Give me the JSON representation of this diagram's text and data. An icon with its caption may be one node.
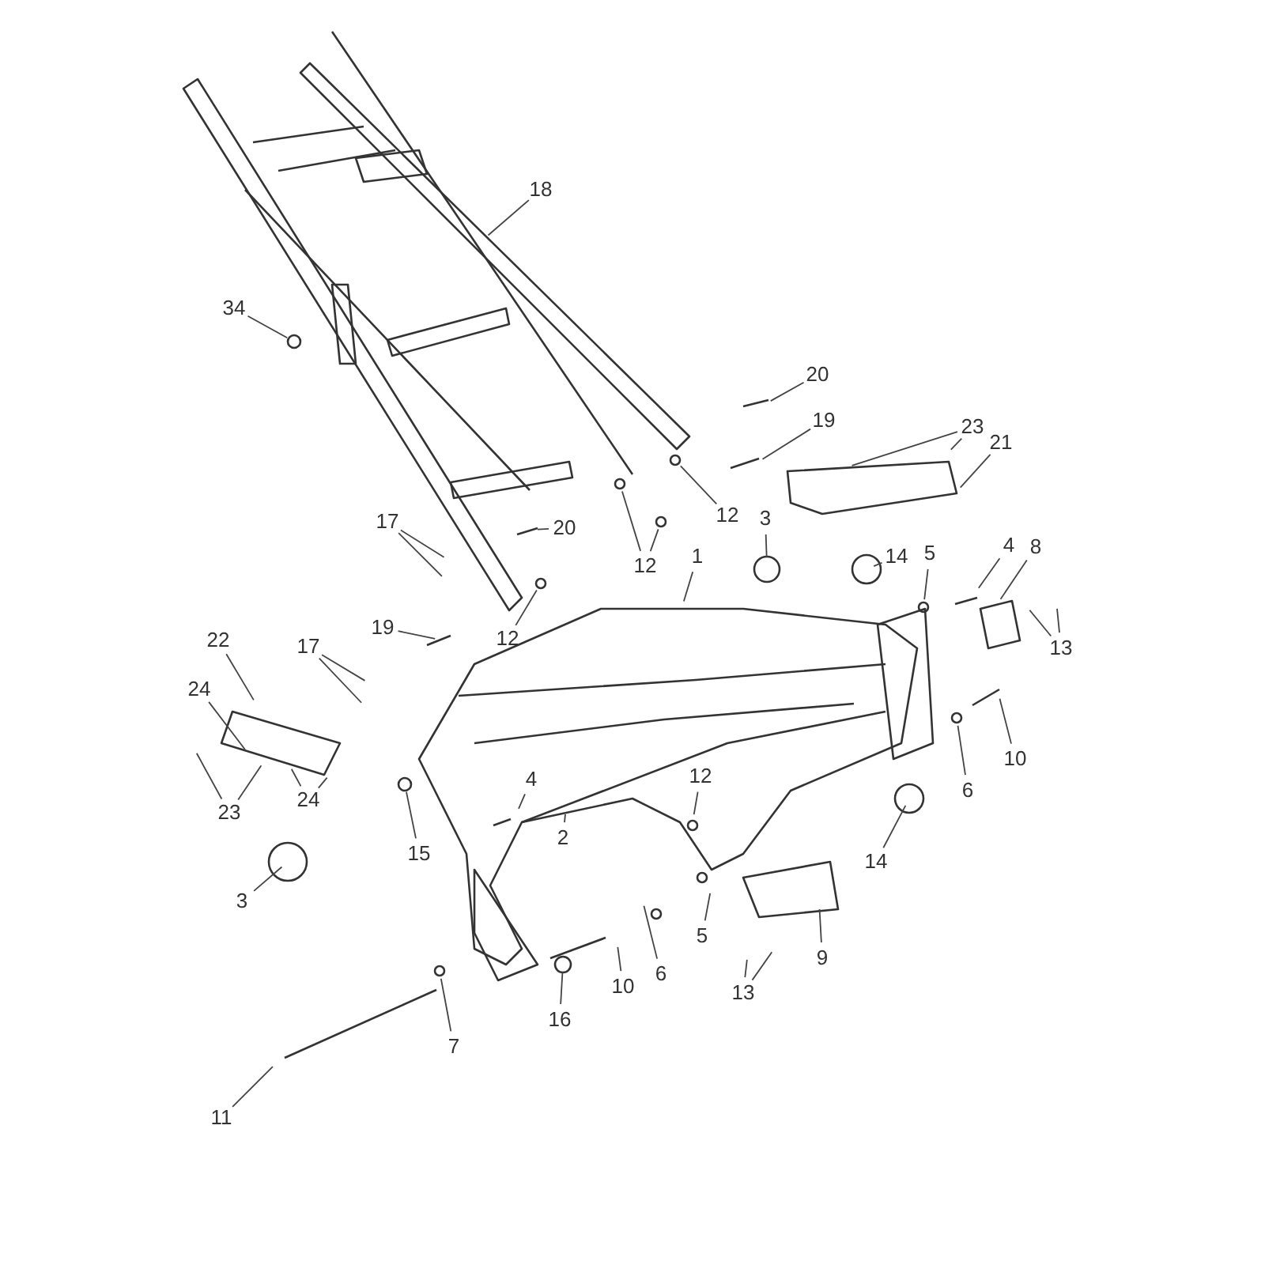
{
  "diagram": {
    "nodes": [
      {
        "text": [
          "18"
        ]
      },
      {
        "text": [
          "34"
        ]
      },
      {
        "text": [
          "20"
        ]
      },
      {
        "text": [
          "19"
        ]
      },
      {
        "text": [
          "23"
        ]
      },
      {
        "text": [
          "21"
        ]
      },
      {
        "text": [
          "17"
        ]
      },
      {
        "text": [
          "20"
        ]
      },
      {
        "text": [
          "12"
        ]
      },
      {
        "text": [
          "12"
        ]
      },
      {
        "text": [
          "3"
        ]
      },
      {
        "text": [
          "1"
        ]
      },
      {
        "text": [
          "14"
        ]
      },
      {
        "text": [
          "5"
        ]
      },
      {
        "text": [
          "4"
        ]
      },
      {
        "text": [
          "8"
        ]
      },
      {
        "text": [
          "13"
        ]
      },
      {
        "text": [
          "19"
        ]
      },
      {
        "text": [
          "12"
        ]
      },
      {
        "text": [
          "22"
        ]
      },
      {
        "text": [
          "17"
        ]
      },
      {
        "text": [
          "24"
        ]
      },
      {
        "text": [
          "23"
        ]
      },
      {
        "text": [
          "24"
        ]
      },
      {
        "text": [
          "12"
        ]
      },
      {
        "text": [
          "4"
        ]
      },
      {
        "text": [
          "2"
        ]
      },
      {
        "text": [
          "15"
        ]
      },
      {
        "text": [
          "10"
        ]
      },
      {
        "text": [
          "6"
        ]
      },
      {
        "text": [
          "14"
        ]
      },
      {
        "text": [
          "3"
        ]
      },
      {
        "text": [
          "5"
        ]
      },
      {
        "text": [
          "6"
        ]
      },
      {
        "text": [
          "13"
        ]
      },
      {
        "text": [
          "9"
        ]
      },
      {
        "text": [
          "10"
        ]
      },
      {
        "text": [
          "16"
        ]
      },
      {
        "text": [
          "7"
        ]
      },
      {
        "text": [
          "11"
        ]
      }
    ],
    "edges": [
      {
        "from": 0,
        "to": null,
        "arrow": "none"
      },
      {
        "from": 1,
        "to": null,
        "arrow": "none"
      },
      {
        "from": 2,
        "to": null,
        "arrow": "none"
      },
      {
        "from": 3,
        "to": null,
        "arrow": "none"
      },
      {
        "from": 4,
        "to": null,
        "arrow": "none"
      },
      {
        "from": 4,
        "to": null,
        "arrow": "none"
      },
      {
        "from": 5,
        "to": null,
        "arrow": "none"
      },
      {
        "from": 6,
        "to": null,
        "arrow": "none"
      },
      {
        "from": 6,
        "to": null,
        "arrow": "none"
      },
      {
        "from": 7,
        "to": null,
        "arrow": "none"
      },
      {
        "from": 8,
        "to": null,
        "arrow": "none"
      },
      {
        "from": 9,
        "to": null,
        "arrow": "none"
      },
      {
        "from": 9,
        "to": null,
        "arrow": "none"
      },
      {
        "from": 10,
        "to": null,
        "arrow": "none"
      },
      {
        "from": 11,
        "to": null,
        "arrow": "none"
      },
      {
        "from": 12,
        "to": null,
        "arrow": "none"
      },
      {
        "from": 13,
        "to": null,
        "arrow": "none"
      },
      {
        "from": 14,
        "to": null,
        "arrow": "none"
      },
      {
        "from": 15,
        "to": null,
        "arrow": "none"
      },
      {
        "from": 16,
        "to": null,
        "arrow": "none"
      },
      {
        "from": 16,
        "to": null,
        "arrow": "none"
      },
      {
        "from": 17,
        "to": null,
        "arrow": "none"
      },
      {
        "from": 18,
        "to": null,
        "arrow": "none"
      },
      {
        "from": 19,
        "to": null,
        "arrow": "none"
      },
      {
        "from": 20,
        "to": null,
        "arrow": "none"
      },
      {
        "from": 20,
        "to": null,
        "arrow": "none"
      },
      {
        "from": 21,
        "to": null,
        "arrow": "none"
      },
      {
        "from": 22,
        "to": null,
        "arrow": "none"
      },
      {
        "from": 22,
        "to": null,
        "arrow": "none"
      },
      {
        "from": 23,
        "to": null,
        "arrow": "none"
      },
      {
        "from": 23,
        "to": null,
        "arrow": "none"
      },
      {
        "from": 24,
        "to": null,
        "arrow": "none"
      },
      {
        "from": 25,
        "to": null,
        "arrow": "none"
      },
      {
        "from": 26,
        "to": null,
        "arrow": "none"
      },
      {
        "from": 27,
        "to": null,
        "arrow": "none"
      },
      {
        "from": 28,
        "to": null,
        "arrow": "none"
      },
      {
        "from": 29,
        "to": null,
        "arrow": "none"
      },
      {
        "from": 30,
        "to": null,
        "arrow": "none"
      },
      {
        "from": 31,
        "to": null,
        "arrow": "none"
      },
      {
        "from": 32,
        "to": null,
        "arrow": "none"
      },
      {
        "from": 33,
        "to": null,
        "arrow": "none"
      },
      {
        "from": 34,
        "to": null,
        "arrow": "none"
      },
      {
        "from": 34,
        "to": null,
        "arrow": "none"
      },
      {
        "from": 35,
        "to": null,
        "arrow": "none"
      },
      {
        "from": 36,
        "to": null,
        "arrow": "none"
      },
      {
        "from": 37,
        "to": null,
        "arrow": "none"
      },
      {
        "from": 38,
        "to": null,
        "arrow": "none"
      },
      {
        "from": 39,
        "to": null,
        "arrow": "none"
      }
    ]
  }
}
